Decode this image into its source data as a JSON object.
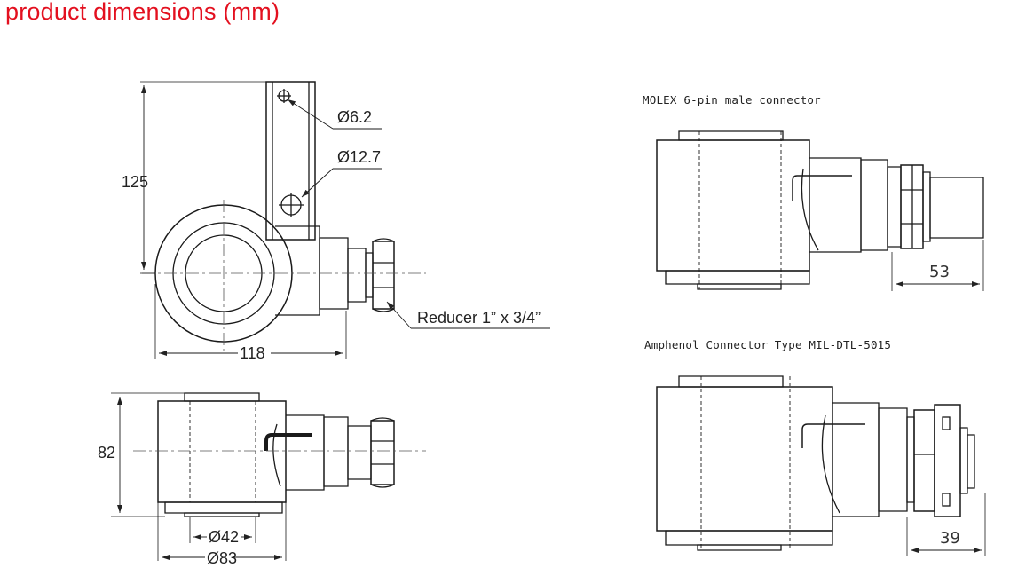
{
  "title": "product dimensions (mm)",
  "connectors": {
    "molex_caption": "MOLEX 6-pin male connector",
    "amphenol_caption": "Amphenol Connector Type MIL-DTL-5015"
  },
  "dimensions": {
    "height_125": "125",
    "width_118": "118",
    "hole_62": "Ø6.2",
    "hole_127": "Ø12.7",
    "reducer": "Reducer 1” x 3/4”",
    "height_82": "82",
    "dia_42": "Ø42",
    "dia_83": "Ø83",
    "molex_53": "53",
    "amphenol_39": "39"
  },
  "colors": {
    "title": "#e3101f",
    "line": "#1a1a1a",
    "dim": "#333333"
  }
}
